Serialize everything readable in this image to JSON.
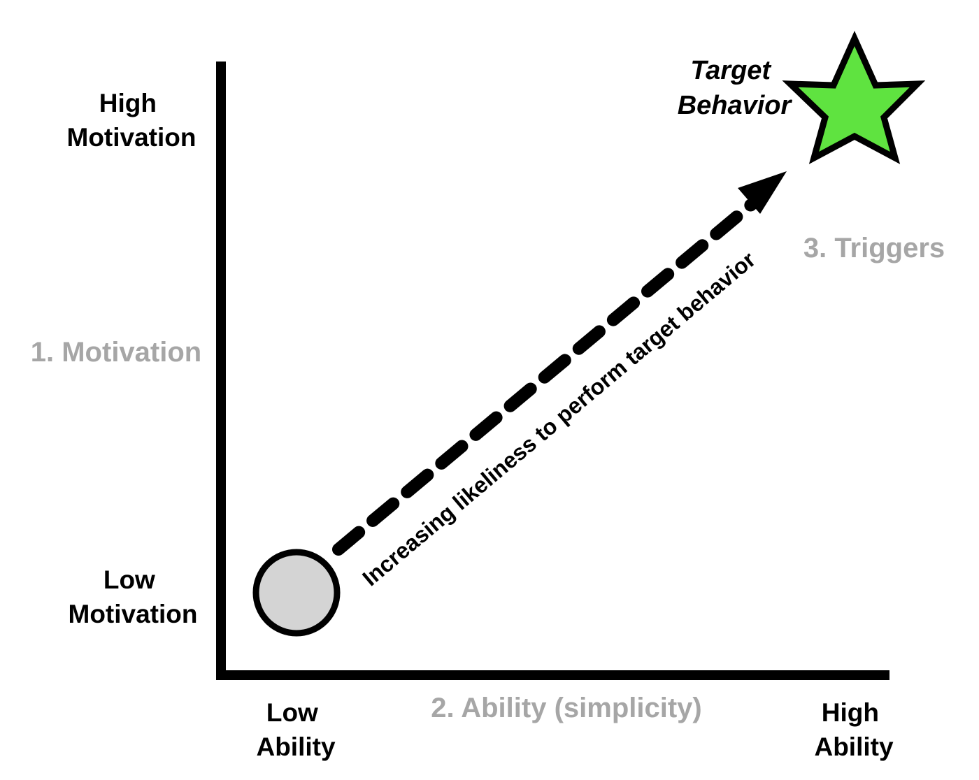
{
  "y_axis": {
    "high_label": [
      "High",
      "Motivation"
    ],
    "low_label": [
      "Low",
      "Motivation"
    ],
    "title": "1. Motivation"
  },
  "x_axis": {
    "low_label": [
      "Low",
      "Ability"
    ],
    "high_label": [
      "High",
      "Ability"
    ],
    "title": "2. Ability (simplicity)"
  },
  "target": {
    "label": [
      "Target",
      "Behavior"
    ],
    "icon": "star-icon",
    "fill_color": "#5fe340"
  },
  "triggers_label": "3. Triggers",
  "arrow_label": "Increasing likeliness to perform target behavior",
  "start_marker": {
    "icon": "circle-icon",
    "fill_color": "#d4d4d4"
  },
  "colors": {
    "axis_titles": "#a6a6a6",
    "text": "#000000"
  }
}
